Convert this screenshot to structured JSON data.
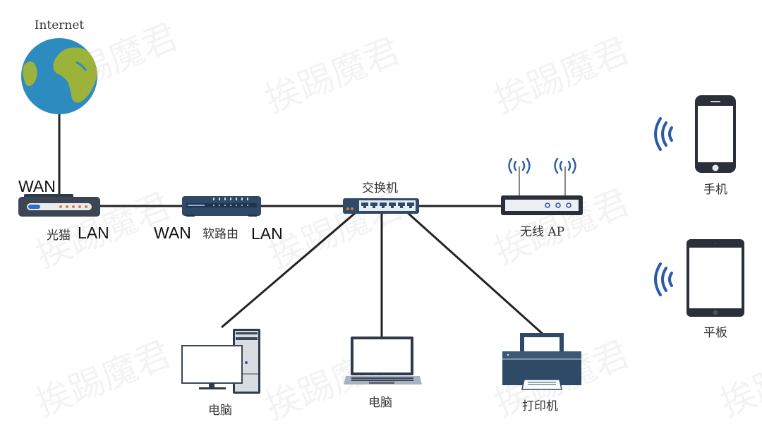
{
  "title": "Home network topology",
  "watermark": "挨踢魔君",
  "colors": {
    "link": "#222222",
    "device_dark": "#2f3a4a",
    "device_navy": "#2e4a66",
    "wifi": "#2b5aa6",
    "globe_ocean": "#2e8bbf",
    "globe_land": "#9bb33a",
    "led_orange": "#e07a3a"
  },
  "nodes": {
    "internet": {
      "label": "Internet"
    },
    "modem": {
      "label": "光猫",
      "port_top": "WAN",
      "port_right": "LAN"
    },
    "router": {
      "label": "软路由",
      "port_left": "WAN",
      "port_right": "LAN"
    },
    "switch": {
      "label": "交换机"
    },
    "ap": {
      "label": "无线 AP"
    },
    "phone": {
      "label": "手机"
    },
    "tablet": {
      "label": "平板"
    },
    "desktop": {
      "label": "电脑"
    },
    "laptop": {
      "label": "电脑"
    },
    "printer": {
      "label": "打印机"
    }
  },
  "links": [
    {
      "from": "internet",
      "to": "modem",
      "type": "wired"
    },
    {
      "from": "modem",
      "to": "router",
      "type": "wired"
    },
    {
      "from": "router",
      "to": "switch",
      "type": "wired"
    },
    {
      "from": "switch",
      "to": "ap",
      "type": "wired"
    },
    {
      "from": "switch",
      "to": "desktop",
      "type": "wired"
    },
    {
      "from": "switch",
      "to": "laptop",
      "type": "wired"
    },
    {
      "from": "switch",
      "to": "printer",
      "type": "wired"
    },
    {
      "from": "ap",
      "to": "phone",
      "type": "wireless"
    },
    {
      "from": "ap",
      "to": "tablet",
      "type": "wireless"
    }
  ]
}
